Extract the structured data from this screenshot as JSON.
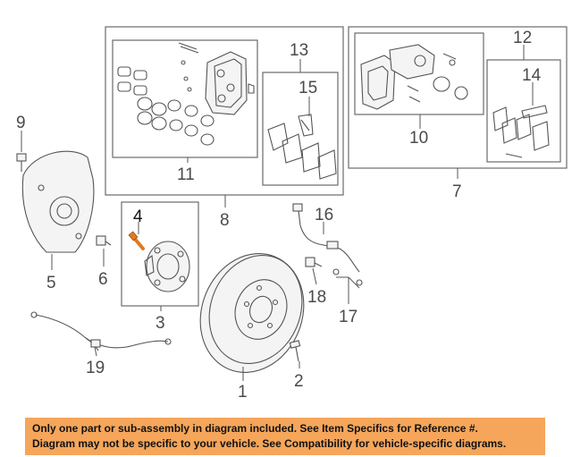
{
  "callouts": {
    "c1": "1",
    "c2": "2",
    "c3": "3",
    "c4": "4",
    "c5": "5",
    "c6": "6",
    "c7": "7",
    "c8": "8",
    "c9": "9",
    "c10": "10",
    "c11": "11",
    "c12": "12",
    "c13": "13",
    "c14": "14",
    "c15": "15",
    "c16": "16",
    "c17": "17",
    "c18": "18",
    "c19": "19"
  },
  "disclaimer": {
    "line1": "Only one part or sub-assembly in diagram included. See Item Specifics for Reference #.",
    "line2": "Diagram may not be specific to your vehicle. See Compatibility for vehicle-specific diagrams."
  },
  "colors": {
    "banner": "#f5a65b",
    "highlight": "#e07a1f",
    "line": "#555555"
  }
}
